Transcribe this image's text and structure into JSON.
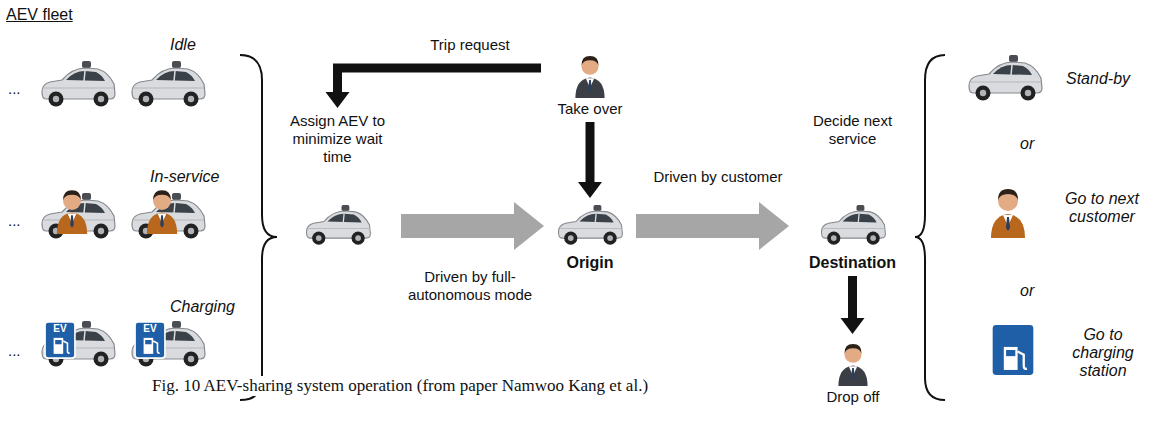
{
  "diagram": {
    "caption": "Fig. 10 AEV-sharing system operation (from paper Namwoo Kang et al.)",
    "nodes": [
      {
        "text": [
          "Assign AEV to minimize wait time"
        ]
      },
      {
        "text": [
          "Take over"
        ]
      },
      {
        "text": [
          "Origin"
        ]
      },
      {
        "text": [
          "Decide next service",
          "Destination"
        ]
      },
      {
        "text": [
          "Drop off"
        ]
      }
    ],
    "edges": [
      {
        "from": 1,
        "to": 0,
        "label": "Trip request",
        "arrow": "to"
      },
      {
        "from": 0,
        "to": 2,
        "label": "Driven by full-autonomous mode",
        "arrow": "to"
      },
      {
        "from": 1,
        "to": 2,
        "arrow": "to"
      },
      {
        "from": 2,
        "to": 3,
        "label": "Driven by customer",
        "arrow": "to"
      },
      {
        "from": 3,
        "to": 4,
        "arrow": "to"
      }
    ],
    "labels": [
      "AEV fleet",
      "Idle",
      "...",
      "In-service",
      "...",
      "Charging",
      "...",
      "EV",
      "EV",
      "Stand-by",
      "or",
      "Go to next customer",
      "or",
      "Go to charging station"
    ]
  }
}
